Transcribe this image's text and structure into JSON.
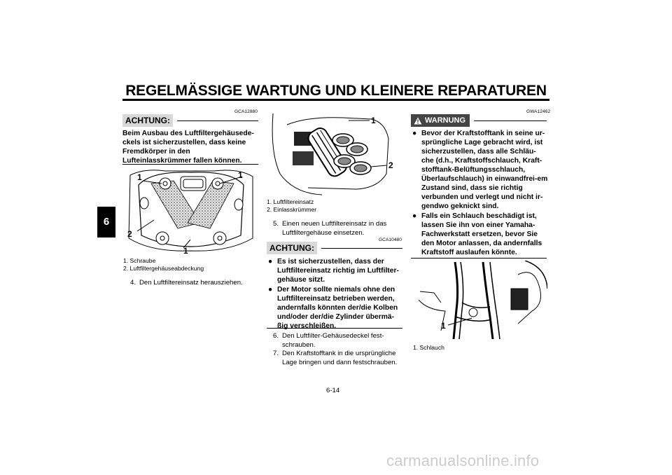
{
  "header": {
    "title": "REGELMÄSSIGE WARTUNG UND KLEINERE REPARATUREN",
    "chapter": "6"
  },
  "col1": {
    "code": "GCA12880",
    "badge": "ACHTUNG:",
    "notice": "Beim Ausbau des Luftfiltergehäusede-ckels ist sicherzustellen, dass keine Fremdkörper in den Lufteinlasskrümmer fallen können.",
    "fig_labels": {
      "a": "1",
      "b": "1",
      "c": "2",
      "d": "1"
    },
    "captions": [
      "1. Schraube",
      "2. Luftfiltergehäuseabdeckung"
    ],
    "step_num": "4.",
    "step_text": "Den Luftfiltereinsatz herausziehen."
  },
  "col2": {
    "fig_labels": {
      "a": "1",
      "b": "2"
    },
    "captions": [
      "1. Luftfiltereinsatz",
      "2. Einlasskrümmer"
    ],
    "step5_num": "5.",
    "step5_text": "Einen neuen Luftfiltereinsatz in das Luftfiltergehäuse einsetzen.",
    "code": "GCA10480",
    "badge": "ACHTUNG:",
    "bullets": [
      "Es ist sicherzustellen, dass der Luftfiltereinsatz richtig im Luftfilter-gehäuse sitzt.",
      "Der Motor sollte niemals ohne den Luftfiltereinsatz betrieben werden, andernfalls könnten der/die Kolben und/oder der/die Zylinder übermä-ßig verschleißen."
    ],
    "steps": [
      {
        "num": "6.",
        "text": "Den Luftfilter-Gehäusedeckel fest-schrauben."
      },
      {
        "num": "7.",
        "text": "Den Kraftstofftank in die ursprüngliche Lage bringen und dann festschrauben."
      }
    ]
  },
  "col3": {
    "code": "GWA12462",
    "badge": "WARNUNG",
    "bullets": [
      "Bevor der Kraftstofftank in seine ur-sprüngliche Lage gebracht wird, ist sicherzustellen, dass alle Schläu-che (d.h., Kraftstoffschlauch, Kraft-stofftank-Belüftungsschlauch, Überlaufschlauch) in einwandfrei-em Zustand sind, dass sie richtig verbunden und verlegt und nicht ir-gendwo geknickt sind.",
      "Falls ein Schlauch beschädigt ist, lassen Sie ihn von einer Yamaha-Fachwerkstatt ersetzen, bevor Sie den Motor anlassen, da andernfalls Kraftstoff auslaufen könnte."
    ],
    "fig_label": "1",
    "captions": [
      "1. Schlauch"
    ]
  },
  "footer": {
    "page_number": "6-14",
    "watermark": "carmanualsonline.info"
  }
}
